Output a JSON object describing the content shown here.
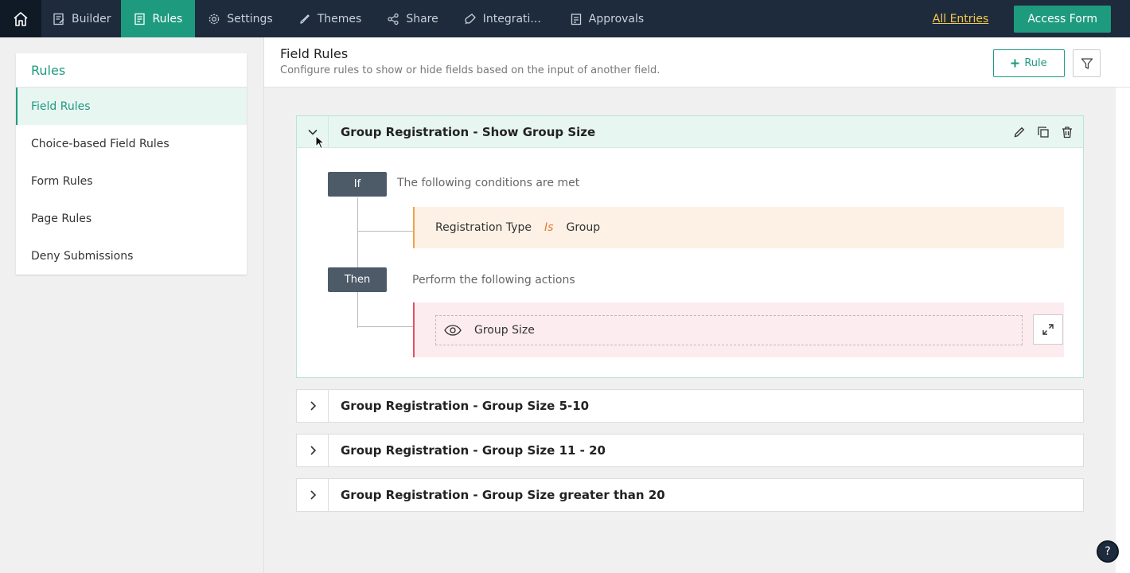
{
  "topnav": {
    "items": [
      {
        "label": "Builder",
        "icon": "builder-icon"
      },
      {
        "label": "Rules",
        "icon": "rules-icon",
        "active": true
      },
      {
        "label": "Settings",
        "icon": "gear-icon"
      },
      {
        "label": "Themes",
        "icon": "brush-icon"
      },
      {
        "label": "Share",
        "icon": "share-icon"
      },
      {
        "label": "Integrati...",
        "icon": "plug-icon"
      },
      {
        "label": "Approvals",
        "icon": "approvals-icon"
      }
    ],
    "all_entries": "All Entries",
    "access_form": "Access Form"
  },
  "sidebar": {
    "title": "Rules",
    "items": [
      {
        "label": "Field Rules",
        "active": true
      },
      {
        "label": "Choice-based Field Rules"
      },
      {
        "label": "Form Rules"
      },
      {
        "label": "Page Rules"
      },
      {
        "label": "Deny Submissions"
      }
    ]
  },
  "main": {
    "title": "Field Rules",
    "subtitle": "Configure rules to show or hide fields based on the input of another field.",
    "add_rule_label": "Rule"
  },
  "rules": [
    {
      "name": "Group Registration - Show Group Size",
      "expanded": true,
      "if_label": "If",
      "if_text": "The following conditions are met",
      "condition": {
        "field": "Registration Type",
        "operator": "Is",
        "value": "Group"
      },
      "then_label": "Then",
      "then_text": "Perform the following actions",
      "action": {
        "icon": "eye-icon",
        "field": "Group Size"
      }
    },
    {
      "name": "Group Registration - Group Size 5-10"
    },
    {
      "name": "Group Registration - Group Size 11 - 20"
    },
    {
      "name": "Group Registration - Group Size greater than 20"
    }
  ],
  "colors": {
    "accent": "#1e9b7e",
    "nav_bg": "#1d2b3c",
    "link": "#f2c84b",
    "condition_bar": "#f0a24a",
    "action_bar": "#e45063"
  },
  "help": "?"
}
